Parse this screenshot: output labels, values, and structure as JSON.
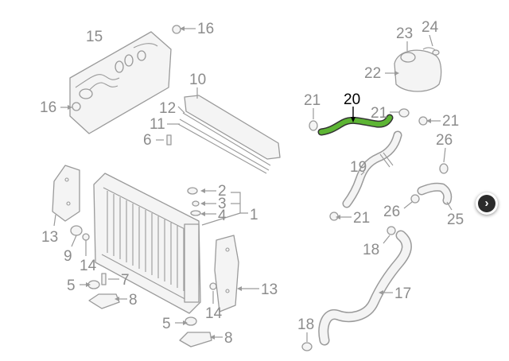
{
  "diagram": {
    "callouts": [
      {
        "key": "c15",
        "text": "15"
      },
      {
        "key": "c16a",
        "text": "16"
      },
      {
        "key": "c16b",
        "text": "16"
      },
      {
        "key": "c10",
        "text": "10"
      },
      {
        "key": "c12",
        "text": "12"
      },
      {
        "key": "c11",
        "text": "11"
      },
      {
        "key": "c6",
        "text": "6"
      },
      {
        "key": "c2",
        "text": "2"
      },
      {
        "key": "c3",
        "text": "3"
      },
      {
        "key": "c4",
        "text": "4"
      },
      {
        "key": "c1",
        "text": "1"
      },
      {
        "key": "c13a",
        "text": "13"
      },
      {
        "key": "c9",
        "text": "9"
      },
      {
        "key": "c14a",
        "text": "14"
      },
      {
        "key": "c5a",
        "text": "5"
      },
      {
        "key": "c7",
        "text": "7"
      },
      {
        "key": "c8a",
        "text": "8"
      },
      {
        "key": "c14b",
        "text": "14"
      },
      {
        "key": "c13b",
        "text": "13"
      },
      {
        "key": "c5b",
        "text": "5"
      },
      {
        "key": "c8b",
        "text": "8"
      },
      {
        "key": "c23",
        "text": "23"
      },
      {
        "key": "c24",
        "text": "24"
      },
      {
        "key": "c22",
        "text": "22"
      },
      {
        "key": "c21a",
        "text": "21"
      },
      {
        "key": "c20",
        "text": "20"
      },
      {
        "key": "c21b",
        "text": "21"
      },
      {
        "key": "c21c",
        "text": "21"
      },
      {
        "key": "c26a",
        "text": "26"
      },
      {
        "key": "c19",
        "text": "19"
      },
      {
        "key": "c26b",
        "text": "26"
      },
      {
        "key": "c25",
        "text": "25"
      },
      {
        "key": "c21d",
        "text": "21"
      },
      {
        "key": "c18a",
        "text": "18"
      },
      {
        "key": "c17",
        "text": "17"
      },
      {
        "key": "c18b",
        "text": "18"
      }
    ],
    "highlight_color": "#5db534",
    "highlighted_part": "20"
  },
  "controls": {
    "next_icon": "chevron-right-icon",
    "next_glyph": "›"
  }
}
